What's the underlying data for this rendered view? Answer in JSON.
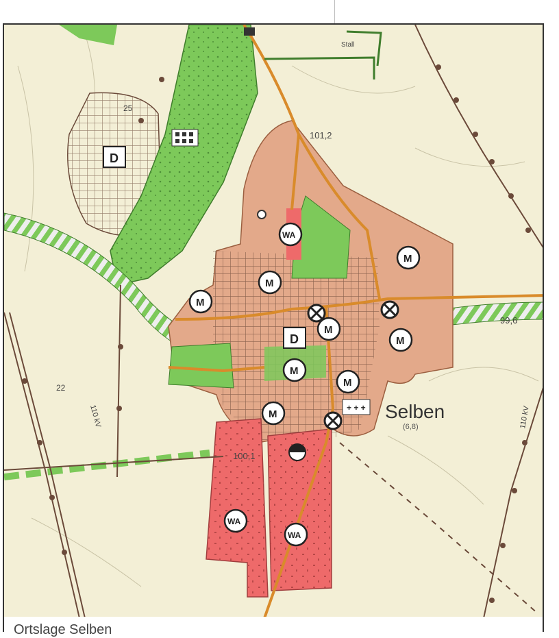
{
  "map": {
    "place_name": "Selben",
    "place_sub": "(6,8)",
    "caption": "Ortslage Selben",
    "labels": {
      "elev_101_2": "101,2",
      "elev_100_1": "100,1",
      "elev_99_6": "99,6",
      "num_25": "25",
      "num_22": "22",
      "stall": "Stall",
      "kv_left": "110 kV",
      "kv_right": "110 kV"
    },
    "symbols": {
      "m": "M",
      "wa": "WA",
      "d": "D"
    },
    "colors": {
      "background": "#f3efd6",
      "forest_green": "#7dc95a",
      "mixed_area": "#e3a98a",
      "residential_red": "#ee6a6a",
      "road_orange": "#d98b2b",
      "power_line": "#6b4a3a"
    }
  }
}
